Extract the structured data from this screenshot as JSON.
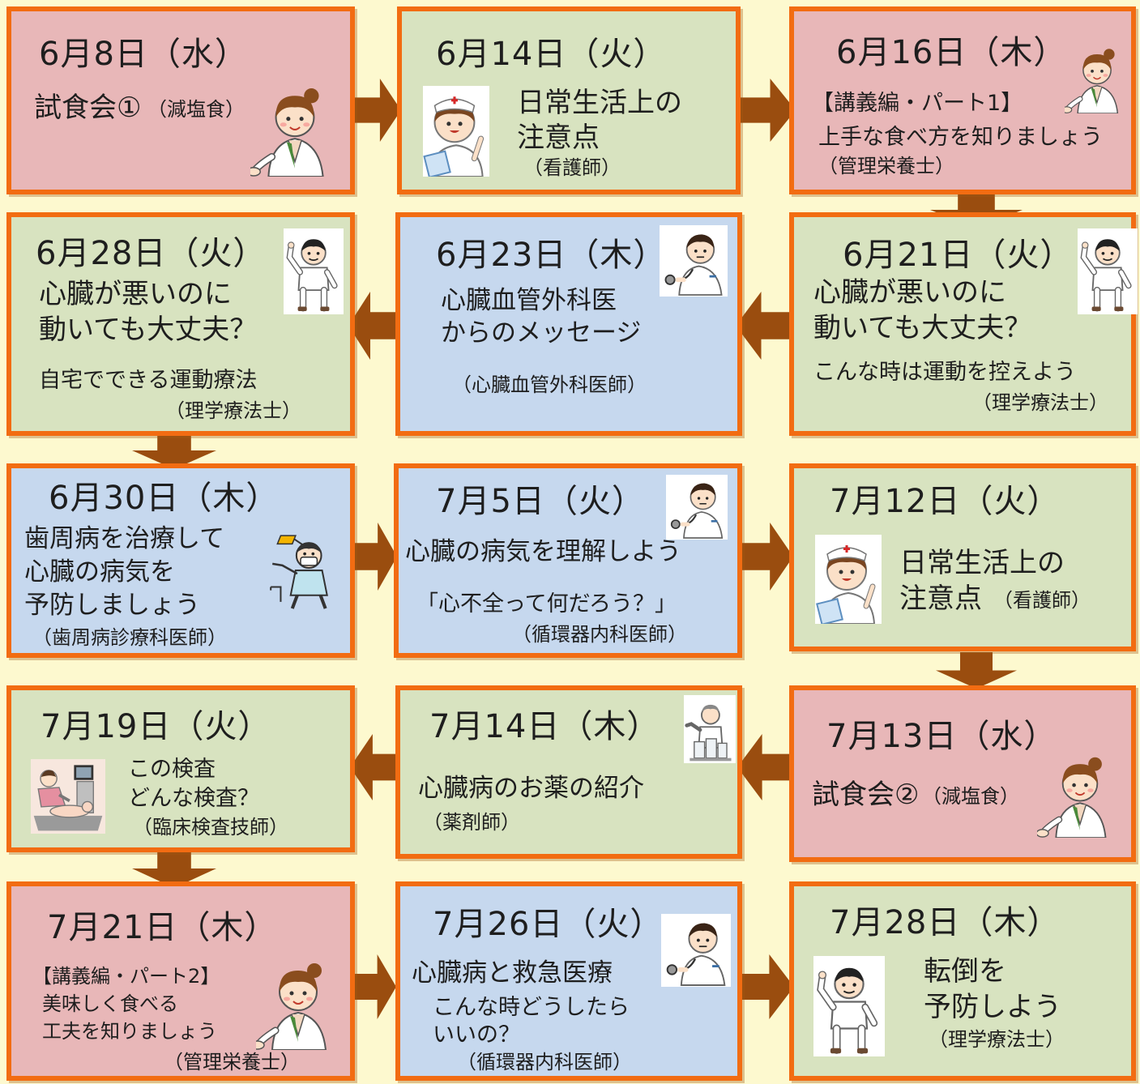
{
  "colors": {
    "background": "#fdf9cf",
    "border": "#f26c12",
    "arrow": "#9a4d0f",
    "pink_box": "#e8b7b8",
    "green_box": "#d8e3c0",
    "blue_box": "#c6d8ee"
  },
  "sessions": [
    {
      "date": "6月8日（水）",
      "lines": [
        "試食会①",
        "（減塩食）"
      ],
      "icon": "nutritionist-pointing-icon"
    },
    {
      "date": "6月14日（火）",
      "lines": [
        "日常生活上の",
        "注意点",
        "（看護師）"
      ],
      "icon": "nurse-icon"
    },
    {
      "date": "6月16日（木）",
      "lines": [
        "【講義編・パート1】",
        "上手な食べ方を知りましょう",
        "（管理栄養士）"
      ],
      "icon": "nutritionist-pointing-icon"
    },
    {
      "date": "6月21日（火）",
      "lines": [
        "心臓が悪いのに",
        "動いても大丈夫？",
        "こんな時は運動を控えよう",
        "（理学療法士）"
      ],
      "icon": "physical-therapist-icon"
    },
    {
      "date": "6月23日（木）",
      "lines": [
        "心臓血管外科医",
        "からのメッセージ",
        "（心臓血管外科医師）"
      ],
      "icon": "doctor-stethoscope-icon"
    },
    {
      "date": "6月28日（火）",
      "lines": [
        "心臓が悪いのに",
        "動いても大丈夫？",
        "自宅でできる運動療法",
        "（理学療法士）"
      ],
      "icon": "physical-therapist-icon"
    },
    {
      "date": "6月30日（木）",
      "lines": [
        "歯周病を治療して",
        "心臓の病気を",
        "予防しましょう",
        "（歯周病診療科医師）"
      ],
      "icon": "dentist-icon"
    },
    {
      "date": "7月5日（火）",
      "lines": [
        "心臓の病気を理解しよう",
        "「心不全って何だろう？」",
        "（循環器内科医師）"
      ],
      "icon": "doctor-stethoscope-icon"
    },
    {
      "date": "7月12日（火）",
      "lines": [
        "日常生活上の",
        "注意点",
        "（看護師）"
      ],
      "icon": "nurse-icon"
    },
    {
      "date": "7月13日（水）",
      "lines": [
        "試食会②",
        "（減塩食）"
      ],
      "icon": "nutritionist-pointing-icon"
    },
    {
      "date": "7月14日（木）",
      "lines": [
        "心臓病のお薬の紹介",
        "（薬剤師）"
      ],
      "icon": "pharmacist-icon"
    },
    {
      "date": "7月19日（火）",
      "lines": [
        "この検査",
        "どんな検査？",
        "（臨床検査技師）"
      ],
      "icon": "ultrasound-exam-icon"
    },
    {
      "date": "7月21日（木）",
      "lines": [
        "【講義編・パート2】",
        "美味しく食べる",
        "工夫を知りましょう",
        "（管理栄養士）"
      ],
      "icon": "nutritionist-pointing-icon"
    },
    {
      "date": "7月26日（火）",
      "lines": [
        "心臓病と救急医療",
        "こんな時どうしたら",
        "いいの？",
        "（循環器内科医師）"
      ],
      "icon": "doctor-stethoscope-icon"
    },
    {
      "date": "7月28日（木）",
      "lines": [
        "転倒を",
        "予防しよう",
        "（理学療法士）"
      ],
      "icon": "physical-therapist-icon"
    }
  ]
}
